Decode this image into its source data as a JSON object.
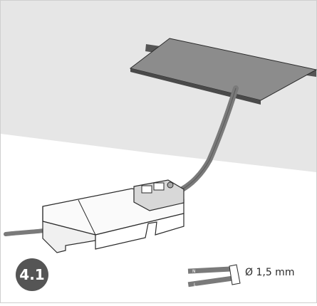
{
  "step": {
    "number": "4.1"
  },
  "wire_spec": {
    "diameter_text": "Ø 1,5 mm",
    "strand_n": "N",
    "strand_l": "L"
  },
  "colors": {
    "wall": "#e6e6e6",
    "cable": "#7a7a7a",
    "badge": "#555555",
    "plate": "#8c8c8c",
    "driver_body": "#fafafa",
    "outline": "#2a2a2a"
  }
}
